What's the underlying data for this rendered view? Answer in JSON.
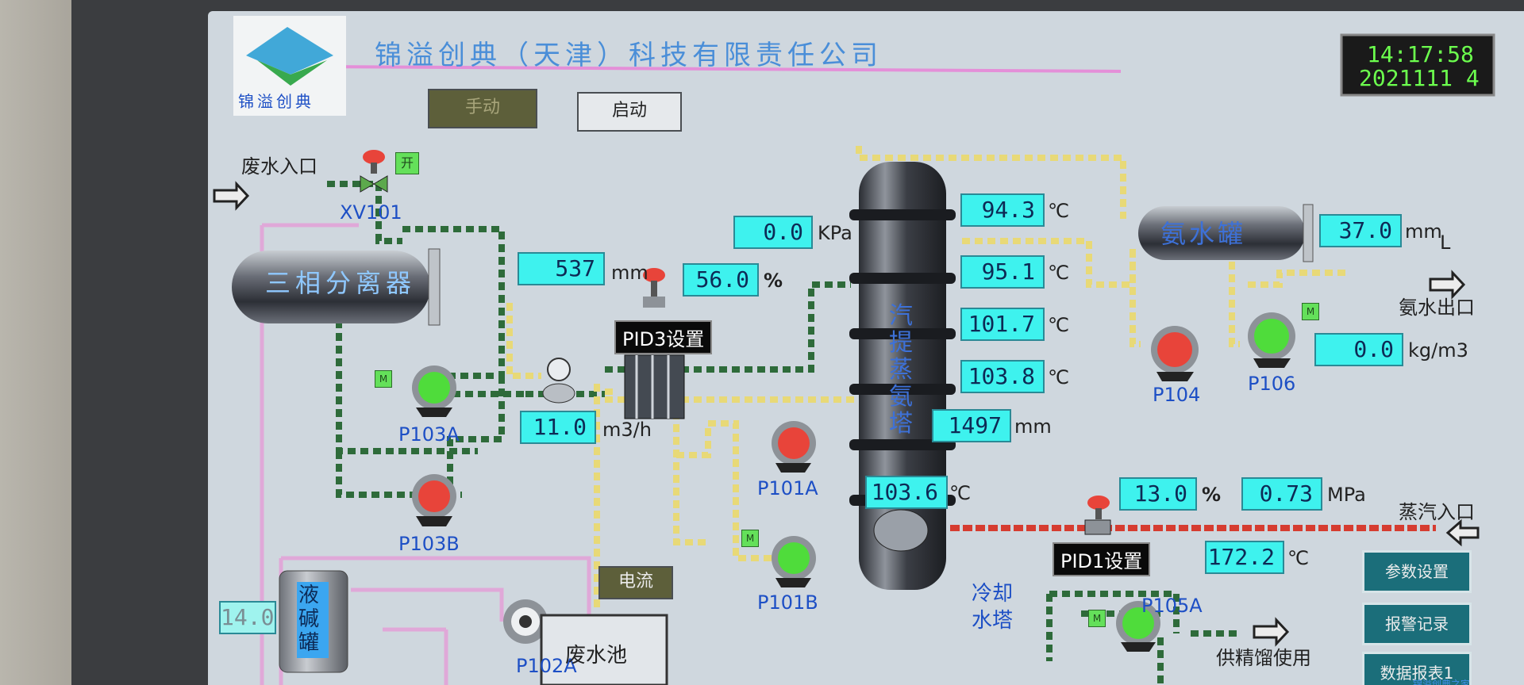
{
  "header": {
    "company": "锦溢创典（天津）科技有限责任公司",
    "logo_text": "锦溢创典",
    "time": "14:17:58",
    "date": "2021111 4"
  },
  "controls": {
    "manual_label": "手动",
    "start_label": "启动",
    "current_label": "电流"
  },
  "labels": {
    "wastewater_inlet": "废水入口",
    "xv101": "XV101",
    "valve_state": "开",
    "separator": "三相分离器",
    "p103a": "P103A",
    "p103b": "P103B",
    "p101a": "P101A",
    "p101b": "P101B",
    "p102a": "P102A",
    "p104": "P104",
    "p106": "P106",
    "p105a": "P105A",
    "tower": "汽提蒸氨塔",
    "ammonia_tank": "氨水罐",
    "ammonia_outlet": "氨水出口",
    "steam_inlet": "蒸汽入口",
    "cooling_tower": "冷却水塔",
    "supply_use": "供精馏使用",
    "wastewater_pool": "废水池",
    "caustic_tank": "液碱罐",
    "pid3": "PID3设置",
    "pid1": "PID1设置",
    "m": "M"
  },
  "units": {
    "kpa": "KPa",
    "mm": "mm",
    "pct": "%",
    "m3h": "m3/h",
    "degc": "℃",
    "mpa": "MPa",
    "kgm3": "kg/m3",
    "mm_l": "mm",
    "l": "L"
  },
  "values": {
    "pressure_kpa": "0.0",
    "separator_level": "537",
    "valve_pct": "56.0",
    "flow_m3h": "11.0",
    "temp1": "94.3",
    "temp2": "95.1",
    "temp3": "101.7",
    "temp4": "103.8",
    "tower_level": "1497",
    "temp_bottom": "103.6",
    "tank_level": "37.0",
    "density": "0.0",
    "steam_valve_pct": "13.0",
    "steam_mpa": "0.73",
    "steam_temp": "172.2",
    "caustic_value": "14.0"
  },
  "side_buttons": [
    "参数设置",
    "报警记录",
    "数据报表1"
  ],
  "watermark": "锦溢创典之家",
  "colors": {
    "screen_bg": "#cfd7de",
    "value_box": "#3ef2ee",
    "pipe_yellow": "#e8d977",
    "pipe_green": "#2e6b3a",
    "pipe_red": "#d63c30",
    "pipe_pink": "#e0a8d8",
    "pump_on": "#4fdc3b",
    "pump_off": "#e8443a"
  }
}
